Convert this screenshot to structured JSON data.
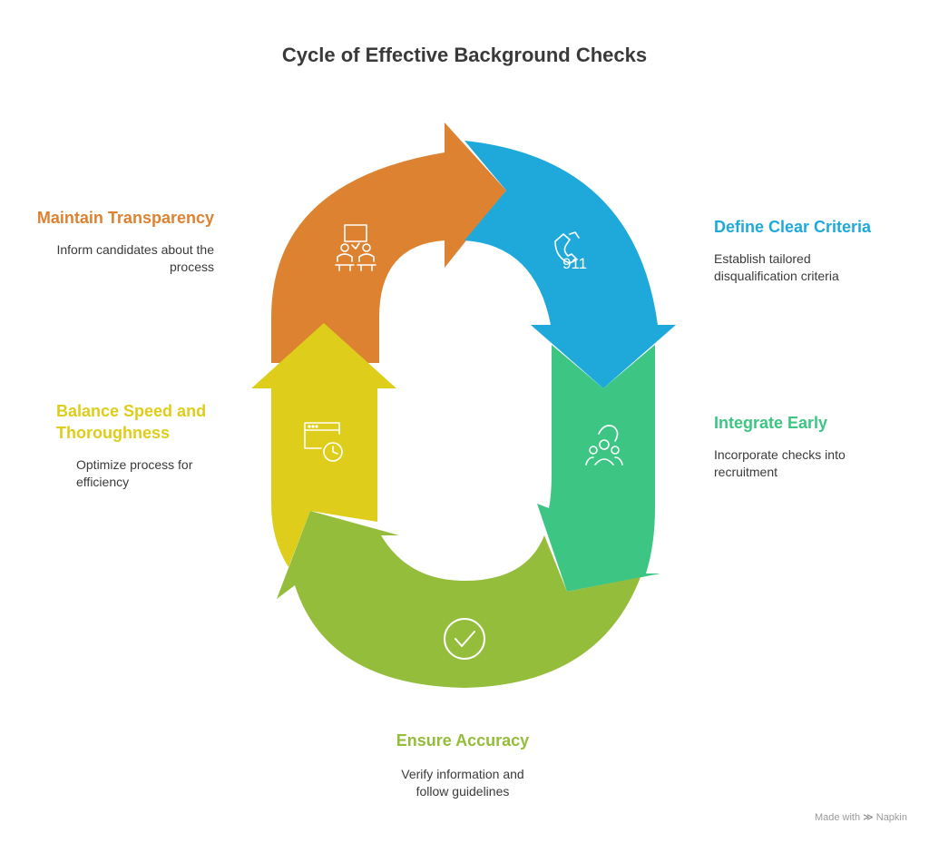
{
  "title": "Cycle of Effective Background Checks",
  "colors": {
    "orange": "#DD8231",
    "blue": "#1FA9DA",
    "teal": "#3DC584",
    "green": "#93BD3A",
    "yellow": "#DECD1A",
    "title": "#3a3a3a"
  },
  "stages": {
    "transparency": {
      "heading": "Maintain Transparency",
      "description": "Inform candidates about the process",
      "icon": "meeting-icon"
    },
    "criteria": {
      "heading": "Define Clear Criteria",
      "description": "Establish tailored disqualification criteria",
      "icon": "phone-911-icon",
      "icon_text": "911"
    },
    "integrate": {
      "heading": "Integrate Early",
      "description": "Incorporate checks into recruitment",
      "icon": "team-icon"
    },
    "accuracy": {
      "heading": "Ensure Accuracy",
      "description": "Verify information and follow guidelines",
      "icon": "check-circle-icon"
    },
    "balance": {
      "heading": "Balance Speed and Thoroughness",
      "description": "Optimize process for efficiency",
      "icon": "browser-clock-icon"
    }
  },
  "footer": {
    "made_with": "Made with",
    "brand": "Napkin"
  }
}
